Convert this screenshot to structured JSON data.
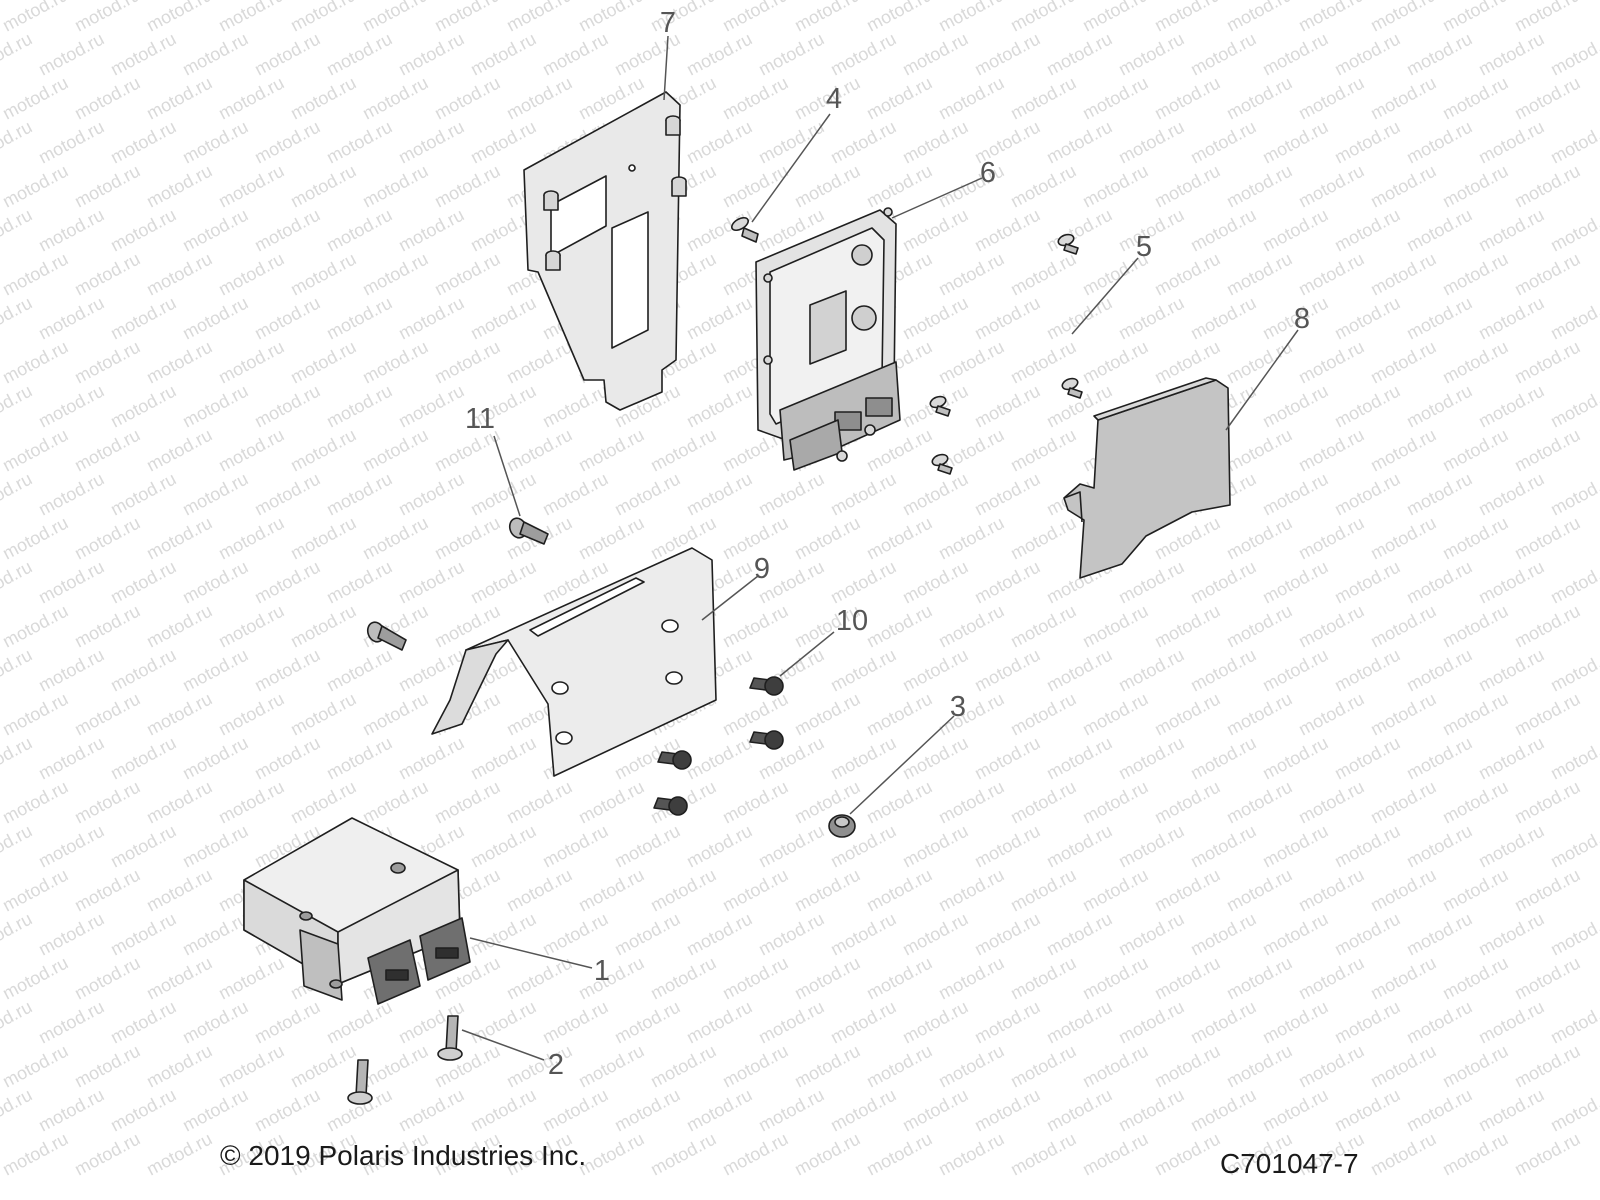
{
  "watermark": "motod.ru",
  "callouts": [
    {
      "id": "1",
      "label": "1"
    },
    {
      "id": "2",
      "label": "2"
    },
    {
      "id": "3",
      "label": "3"
    },
    {
      "id": "4",
      "label": "4"
    },
    {
      "id": "5",
      "label": "5"
    },
    {
      "id": "6",
      "label": "6"
    },
    {
      "id": "7",
      "label": "7"
    },
    {
      "id": "8",
      "label": "8"
    },
    {
      "id": "9",
      "label": "9"
    },
    {
      "id": "10",
      "label": "10"
    },
    {
      "id": "11",
      "label": "11"
    }
  ],
  "footer": {
    "copyright": "© 2019 Polaris Industries Inc.",
    "diagram_code": "C701047-7"
  },
  "colors": {
    "part_fill": "#e9e9e9",
    "part_shade": "#c9c9c9",
    "part_dark": "#9a9a9a",
    "outline": "#1f1f1f",
    "callout_text": "#555555",
    "watermark": "#d9d9d9"
  }
}
